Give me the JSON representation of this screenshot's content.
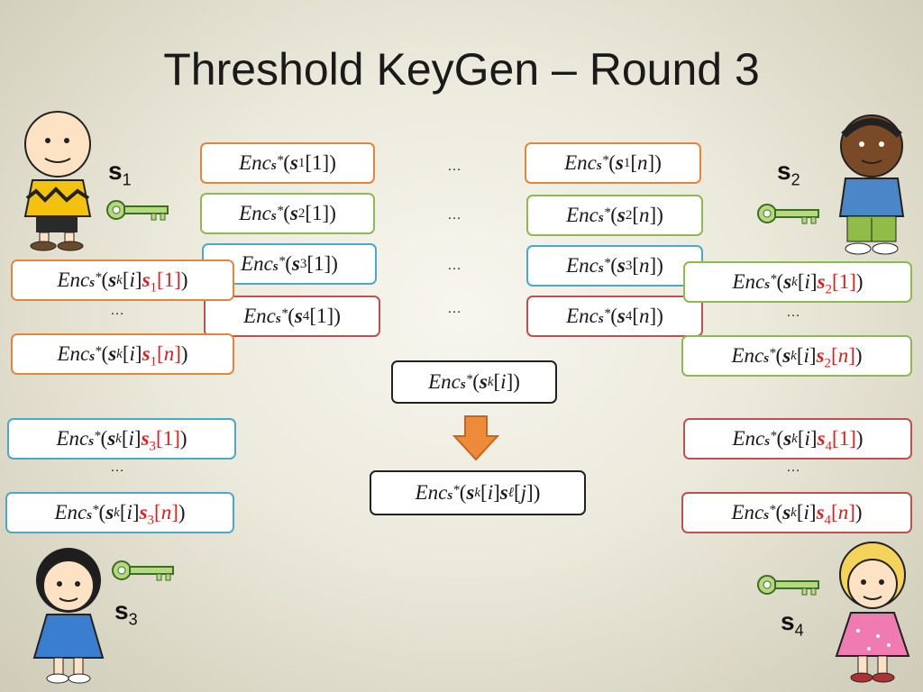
{
  "slide": {
    "title": "Threshold KeyGen – Round 3",
    "ellipsis": "…"
  },
  "parties": [
    {
      "id": "s1",
      "letter": "s",
      "index": "1"
    },
    {
      "id": "s2",
      "letter": "s",
      "index": "2"
    },
    {
      "id": "s3",
      "letter": "s",
      "index": "3"
    },
    {
      "id": "s4",
      "letter": "s",
      "index": "4"
    }
  ],
  "enc": {
    "fn": "Enc",
    "key_sub": "s",
    "key_sup": "*",
    "share": "s",
    "k_index": "k",
    "i_index": "i",
    "j_index": "j",
    "ell": "ℓ",
    "open": "(",
    "close": ")",
    "lb": "[",
    "rb": "]",
    "first": "1",
    "last": "n"
  },
  "colors": {
    "orange": "#e3863c",
    "green": "#8cba4f",
    "blue": "#4aa8cc",
    "red": "#c0504d",
    "highlight": "#e01e1e",
    "arrow": "#ee8b3a"
  },
  "icons": [
    "charlie-brown-icon",
    "franklin-icon",
    "lucy-icon",
    "sally-icon",
    "key-icon",
    "down-arrow-icon"
  ]
}
